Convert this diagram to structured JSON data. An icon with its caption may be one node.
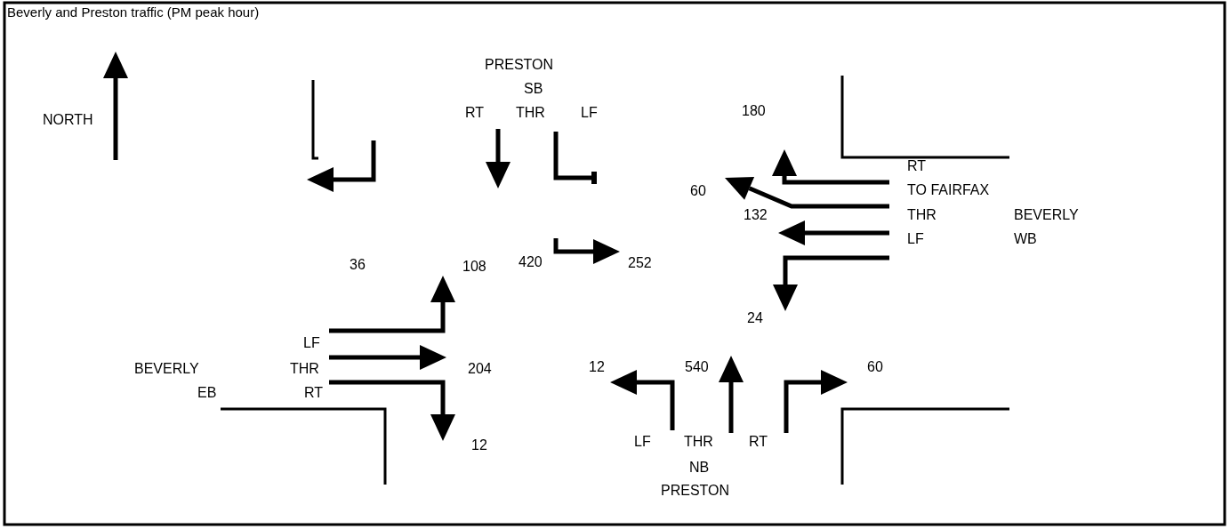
{
  "diagram": {
    "title": "Beverly and Preston traffic (PM peak hour)",
    "labels": [
      "PRESTON",
      "SB",
      "NORTH",
      "RT",
      "THR",
      "LF",
      "180",
      "RT",
      "60",
      "TO FAIRFAX",
      "132",
      "THR",
      "BEVERLY",
      "LF",
      "WB",
      "36",
      "108",
      "420",
      "252",
      "24",
      "LF",
      "BEVERLY",
      "THR",
      "204",
      "12",
      "540",
      "60",
      "EB",
      "RT",
      "12",
      "LF",
      "THR",
      "RT",
      "NB",
      "PRESTON"
    ]
  }
}
